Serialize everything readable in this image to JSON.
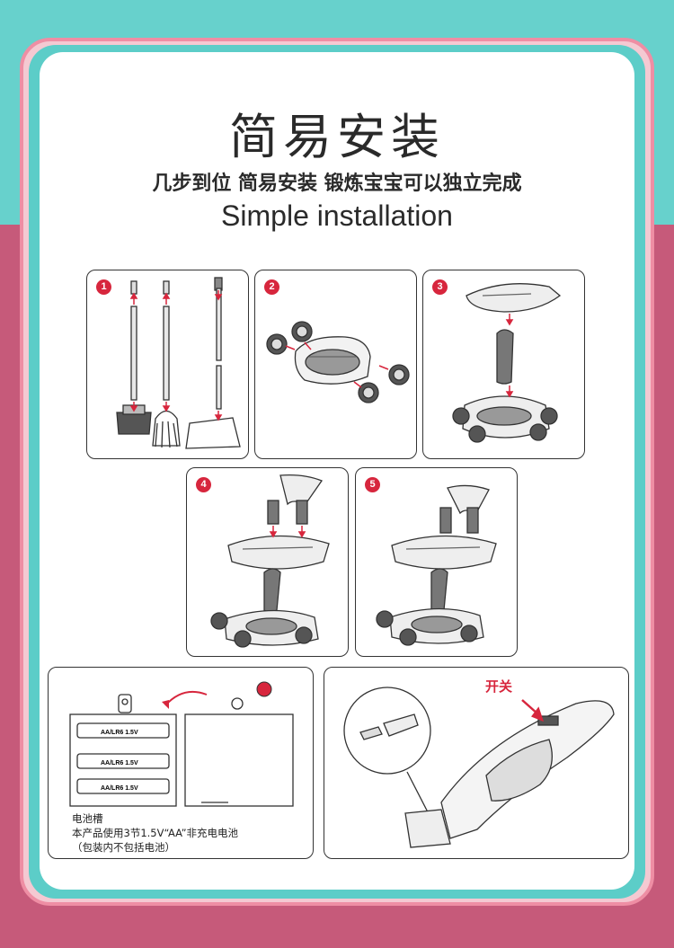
{
  "header": {
    "title_cn": "简易安装",
    "subtitle_cn": "几步到位 简易安装 锻炼宝宝可以独立完成",
    "title_en": "Simple installation"
  },
  "steps": [
    {
      "number": "1"
    },
    {
      "number": "2"
    },
    {
      "number": "3"
    },
    {
      "number": "4"
    },
    {
      "number": "5"
    }
  ],
  "battery": {
    "cell_label": "AA/LR6 1.5V",
    "caption_line1": "电池槽",
    "caption_line2": "本产品使用3节1.5V“AA”非充电电池",
    "caption_line3": "（包装内不包括电池）"
  },
  "vacuum": {
    "switch_label": "开关"
  },
  "colors": {
    "accent_red": "#d7263d",
    "teal": "#5ccdc8",
    "pink": "#c65a7a"
  }
}
